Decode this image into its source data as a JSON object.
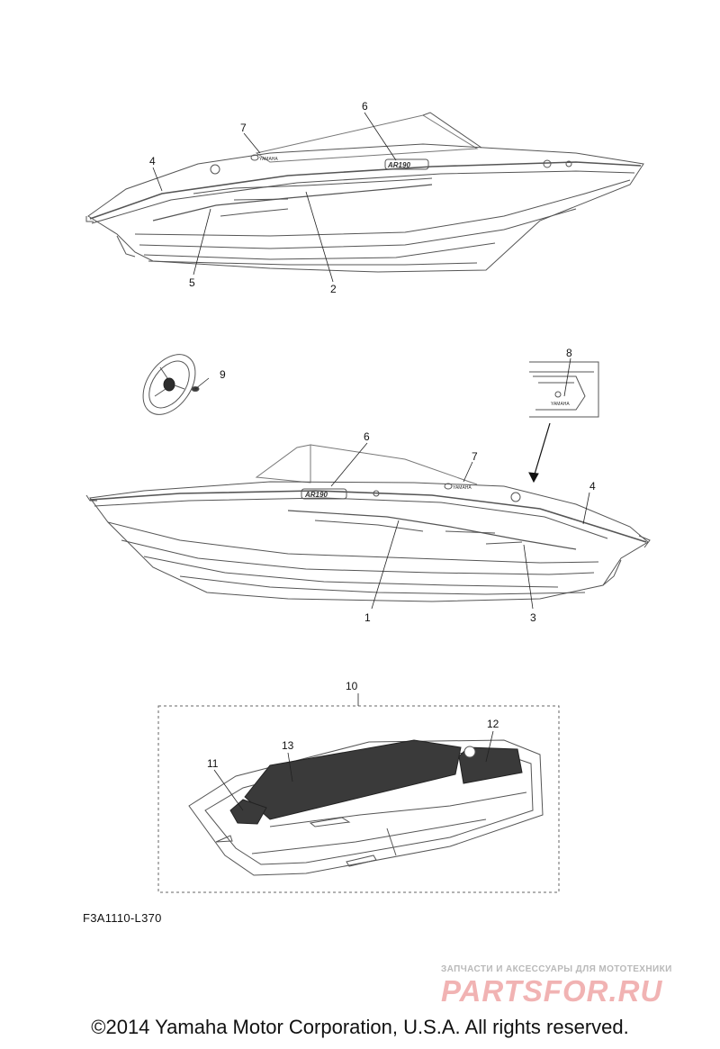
{
  "diagram": {
    "figure_code": "F3A1110-L370",
    "boat_brand_decal": "AR190",
    "brand_text": "YAMAHA",
    "callouts": {
      "c1": "1",
      "c2": "2",
      "c3": "3",
      "c4": "4",
      "c5": "5",
      "c6": "6",
      "c7": "7",
      "c8": "8",
      "c9": "9",
      "c10": "10",
      "c11": "11",
      "c12": "12",
      "c13": "13"
    },
    "colors": {
      "line": "#555555",
      "mat": "#3a3a3a",
      "wm_red": "#f1b3b3",
      "wm_gray": "#b9b9b9"
    }
  },
  "watermark": {
    "tagline": "ЗАПЧАСТИ И АКСЕССУАРЫ ДЛЯ МОТОТЕХНИКИ",
    "site": "PARTSFOR.RU"
  },
  "footer": {
    "copyright": "©2014 Yamaha Motor Corporation, U.S.A. All rights reserved."
  }
}
